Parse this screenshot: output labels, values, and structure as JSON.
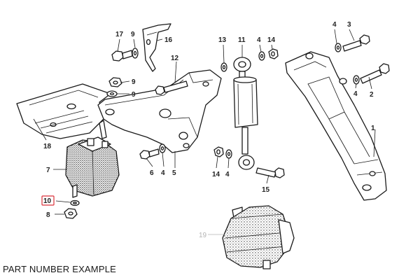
{
  "caption": "PART NUMBER EXAMPLE",
  "highlighted_part": "10",
  "colors": {
    "ink": "#1a1a1a",
    "highlight": "#d9323a",
    "faded": "#b4b4b4"
  },
  "callouts": {
    "c1": "1",
    "c2": "2",
    "c3": "3",
    "c4a": "4",
    "c4b": "4",
    "c4c": "4",
    "c4d": "4",
    "c4e": "4",
    "c5": "5",
    "c6": "6",
    "c7": "7",
    "c8": "8",
    "c9a": "9",
    "c9b": "9",
    "c9c": "9",
    "c10": "10",
    "c11": "11",
    "c12": "12",
    "c13": "13",
    "c14a": "14",
    "c14b": "14",
    "c15": "15",
    "c16": "16",
    "c17": "17",
    "c18": "18",
    "c19": "19"
  }
}
